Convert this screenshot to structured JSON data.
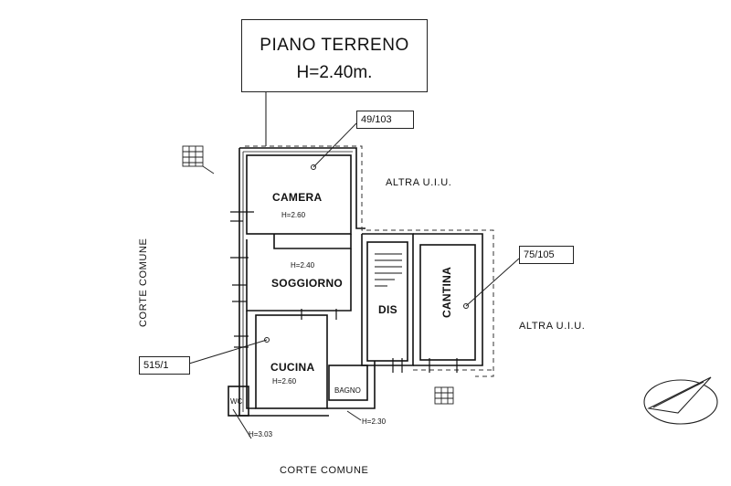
{
  "title": {
    "line1": "PIANO TERRENO",
    "line2": "H=2.40m."
  },
  "tags": {
    "top": "49/103",
    "right": "75/105",
    "left": "515/1"
  },
  "rooms": {
    "camera": "CAMERA",
    "camera_h": "H=2.60",
    "soggiorno": "SOGGIORNO",
    "soggiorno_h": "H=2.40",
    "cucina": "CUCINA",
    "cucina_h": "H=2.60",
    "dis": "DIS",
    "cantina": "CANTINA",
    "bagno": "BAGNO",
    "bagno_h": "H=2.30",
    "wc": "WC",
    "wc_h": "H=3.03"
  },
  "surroundings": {
    "altra_top": "ALTRA U.I.U.",
    "altra_right": "ALTRA U.I.U.",
    "corte_left": "CORTE COMUNE",
    "corte_bottom": "CORTE COMUNE"
  },
  "icons": [
    "north-arrow-icon",
    "staircase-icon"
  ]
}
